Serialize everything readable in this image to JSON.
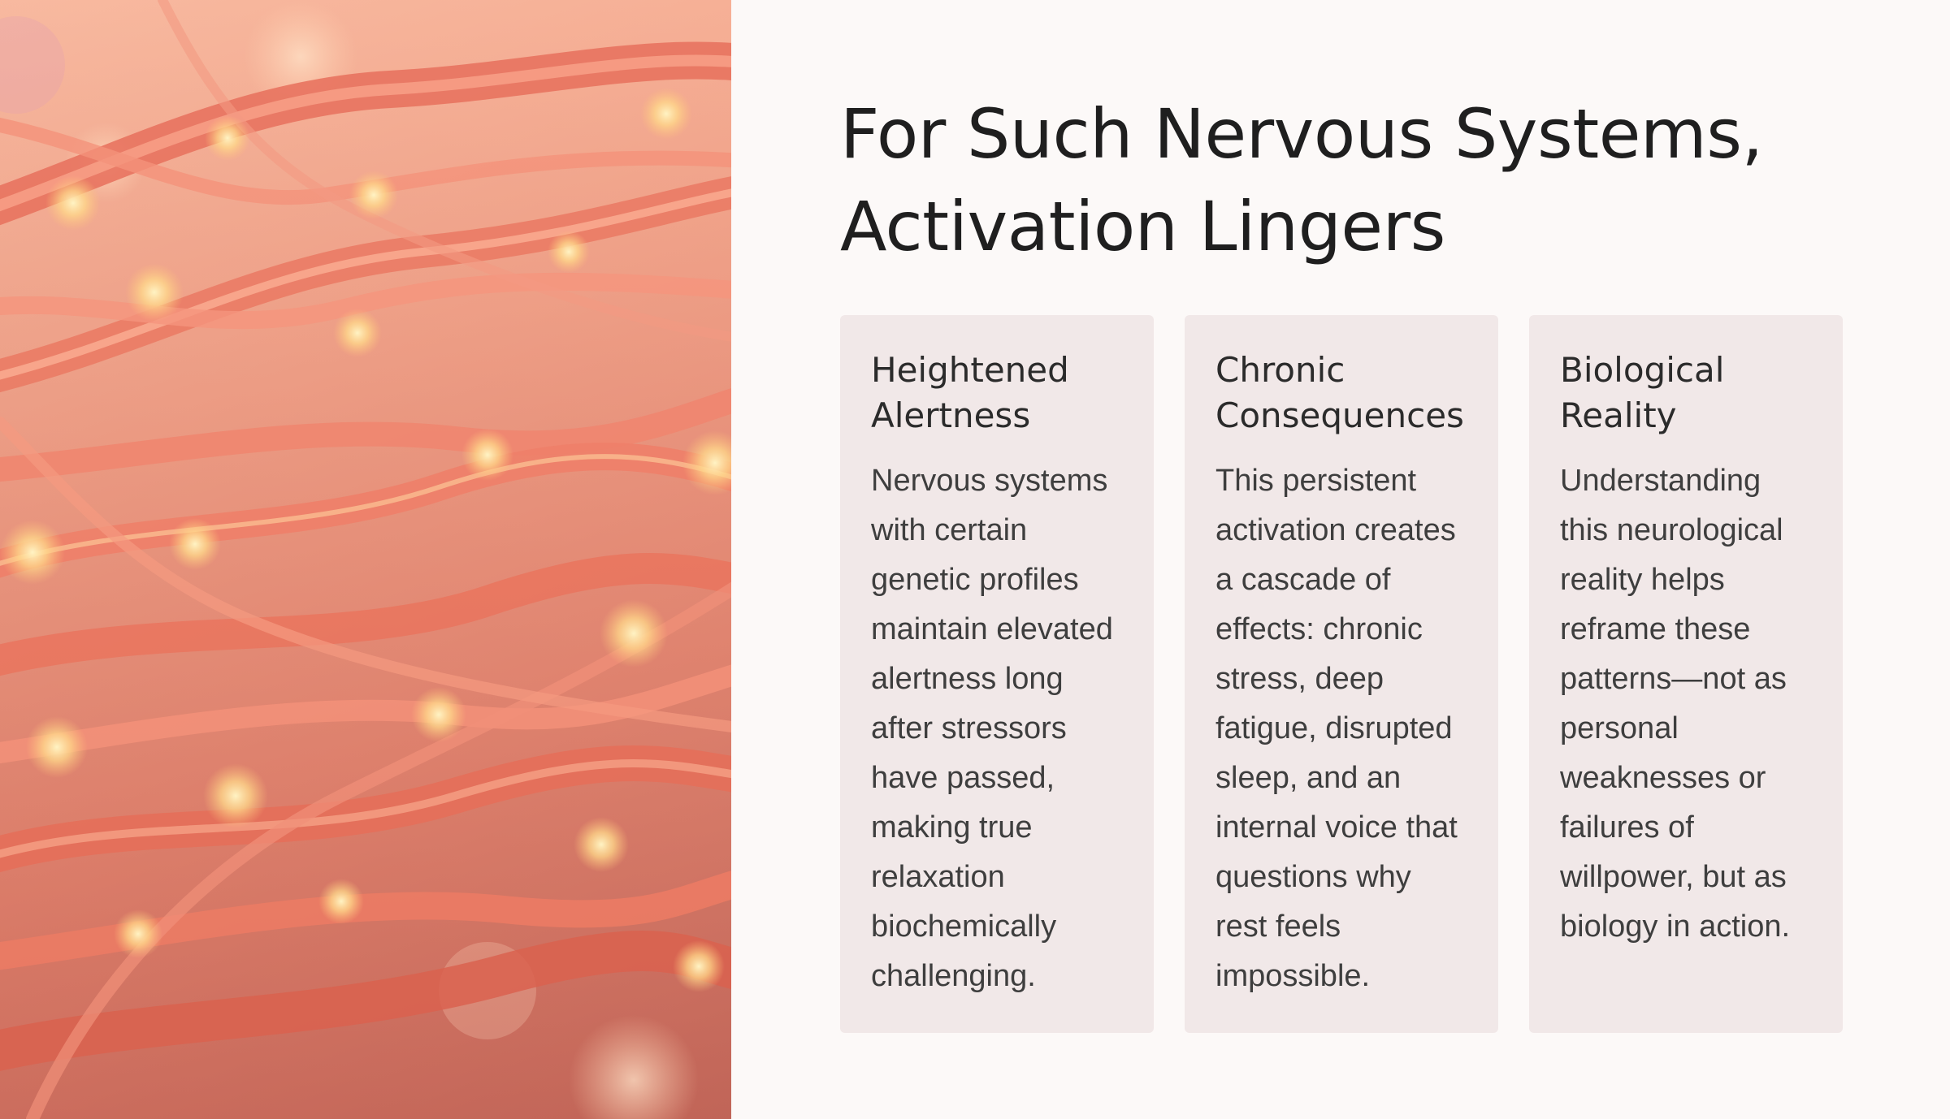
{
  "slide": {
    "title_lines": [
      "For Such Nervous Systems,",
      "Activation Lingers"
    ],
    "cards": [
      {
        "title_lines": [
          "Heightened",
          "Alertness"
        ],
        "body_lines": [
          "Nervous systems",
          "with certain",
          "genetic profiles",
          "maintain elevated",
          "alertness long",
          "after stressors",
          "have passed,",
          "making true",
          "relaxation",
          "biochemically",
          "challenging."
        ]
      },
      {
        "title_lines": [
          "Chronic",
          "Consequences"
        ],
        "body_lines": [
          "This persistent",
          "activation creates",
          "a cascade of",
          "effects: chronic",
          "stress, deep",
          "fatigue, disrupted",
          "sleep, and an",
          "internal voice that",
          "questions why",
          "rest feels",
          "impossible."
        ]
      },
      {
        "title_lines": [
          "Biological",
          "Reality"
        ],
        "body_lines": [
          "Understanding",
          "this neurological",
          "reality helps",
          "reframe these",
          "patterns—not as",
          "personal",
          "weaknesses or",
          "failures of",
          "willpower, but as",
          "biology in action."
        ]
      }
    ]
  },
  "colors": {
    "background": "#fcf9f8",
    "card": "#f1e8e8",
    "title_text": "#1f1f1f",
    "body_text": "#3e3e3e",
    "fiber": "#f08470",
    "glow": "#ffe6a8"
  }
}
